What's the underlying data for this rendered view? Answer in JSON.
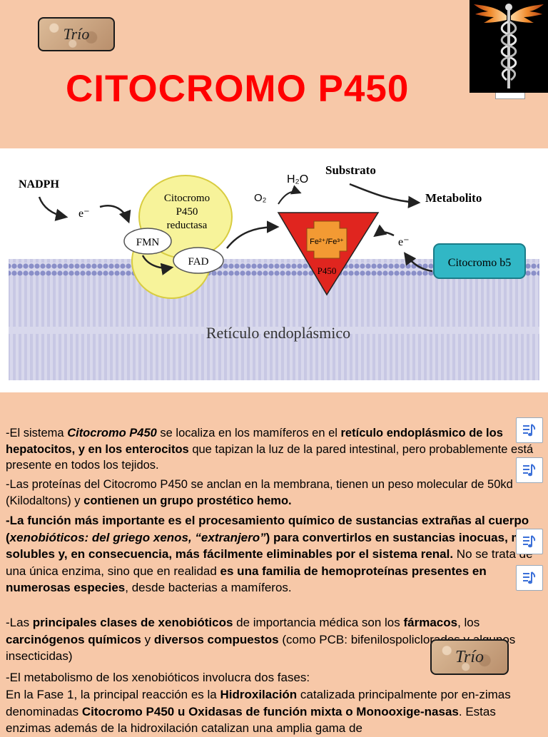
{
  "header": {
    "trio_label": "Trío",
    "title": "CITOCROMO P450"
  },
  "diagram": {
    "nadph": "NADPH",
    "electron_left": "e⁻",
    "reductase": [
      "Citocromo",
      "P450",
      "reductasa"
    ],
    "fmn": "FMN",
    "fad": "FAD",
    "o2": "O₂",
    "h2o": "H₂O",
    "substrato": "Substrato",
    "metabolito": "Metabolito",
    "iron": "Fe²⁺/Fe³⁺",
    "p450": "P450",
    "electron_right": "e⁻",
    "b5": "Citocromo b5",
    "membrane": "Retículo endoplásmico"
  },
  "body": {
    "p1": [
      "-El sistema ",
      "Citocromo P450",
      " se localiza  en los mamíferos en el ",
      "retículo endoplásmico de los hepatocitos,  y en los enterocitos",
      " que tapizan la luz de la pared intestinal, pero probablemente está  presente en todos los tejidos."
    ],
    "p2": [
      "-Las proteínas del Citocromo P450 se anclan en la membrana, tienen un peso molecular de 50kd (Kilodaltons) y ",
      "contienen un grupo prostético hemo."
    ],
    "p3": [
      "-La función más importante es el procesamiento químico de sustancias extrañas al cuerpo (",
      "xenobióticos: del griego xenos, “extranjero”",
      ") para convertirlos en sustancias inocuas, más solubles y, en consecuencia, más fácilmente eliminables por el sistema renal.",
      " No se trata de una única enzima, sino que en realidad ",
      "es una familia de hemoproteínas presentes en numerosas especies",
      ", desde bacterias a mamíferos."
    ],
    "p4": [
      "-Las ",
      "principales clases de xenobióticos",
      " de importancia médica son los ",
      "fármacos",
      ", los ",
      "carcinógenos químicos",
      " y ",
      "diversos compuestos",
      " (como PCB: bifenilospoliclorados y algunos insecticidas)"
    ],
    "p5": [
      "-El metabolismo de los xenobióticos involucra dos fases:"
    ],
    "p6": [
      "En la Fase 1, la principal reacción es la ",
      "Hidroxilación",
      " catalizada principalmente por en-zimas denominadas ",
      "Citocromo P450 u Oxidasas de función mixta o Monooxige-nasas",
      ". Estas enzimas además de la hidroxilación catalizan una amplia gama de"
    ]
  },
  "icons": [
    "audio-note-icon",
    "caduceus-icon"
  ]
}
